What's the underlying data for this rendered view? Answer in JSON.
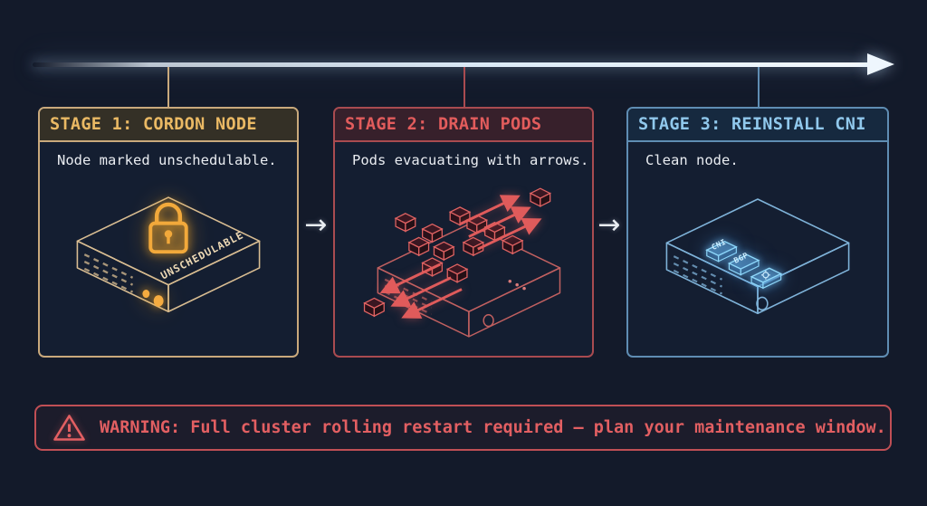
{
  "page": {
    "background": "#131a2a"
  },
  "timeline": {
    "arrow_color": "#eef6fd",
    "description": "glowing left-to-right arrow spanning the top"
  },
  "stages": [
    {
      "title": "STAGE 1: CORDON NODE",
      "description": "Node marked unschedulable.",
      "accent": "#eab964",
      "border_color": "#c9a97c",
      "header_bg": "#343026",
      "illustration": "isometric server node with glowing padlock",
      "node_label": "UNSCHEDULABLE"
    },
    {
      "title": "STAGE 2: DRAIN PODS",
      "description": "Pods evacuating with arrows.",
      "accent": "#e25c5c",
      "border_color": "#a94b50",
      "header_bg": "#37202b",
      "illustration": "isometric node with pod cubes evacuating along arrows"
    },
    {
      "title": "STAGE 3: REINSTALL CNI",
      "description": "Clean node.",
      "accent": "#90c8ec",
      "border_color": "#5f8db3",
      "header_bg": "#16293f",
      "illustration": "clean isometric node with glowing chips",
      "chips": [
        "CNI",
        "BGP"
      ]
    }
  ],
  "flow": {
    "arrow_glyph": "→"
  },
  "warning": {
    "text": "WARNING: Full cluster rolling restart required — plan your maintenance window.",
    "color": "#e25f62",
    "border_color": "#c04f55",
    "icon": "warning-triangle-icon"
  }
}
